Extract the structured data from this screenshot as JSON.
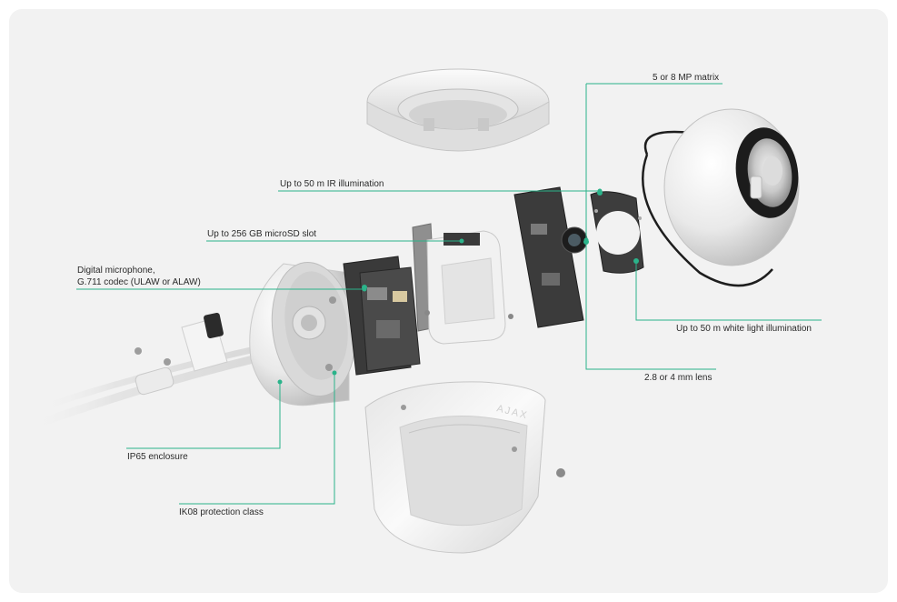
{
  "colors": {
    "background": "#f2f2f2",
    "callout_line": "#2bb38a",
    "text": "#2a2a2a"
  },
  "callouts": {
    "matrix": "5 or 8 MP matrix",
    "ir": "Up to 50 m IR illumination",
    "microsd": "Up to 256 GB microSD slot",
    "microphone_line1": "Digital microphone,",
    "microphone_line2": "G.711 codec (ULAW or ALAW)",
    "white_light": "Up to 50 m white light illumination",
    "lens": "2.8 or 4 mm lens",
    "ip65": "IP65 enclosure",
    "ik08": "IK08 protection class"
  },
  "brand_mark": "AJAX"
}
